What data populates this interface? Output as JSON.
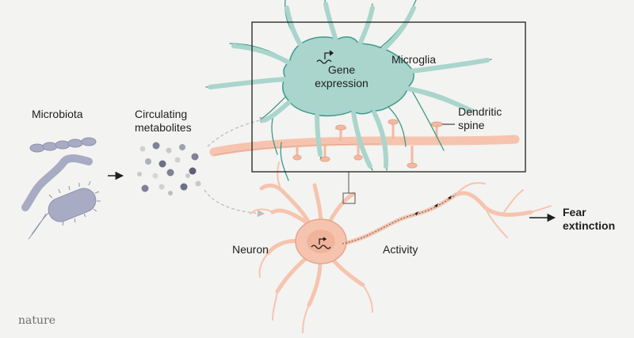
{
  "labels": {
    "microbiota": "Microbiota",
    "circulating_metabolites": [
      "Circulating",
      "metabolites"
    ],
    "microglia": "Microglia",
    "gene_expression": [
      "Gene",
      "expression"
    ],
    "dendritic_spine": [
      "Dendritic",
      "spine"
    ],
    "neuron": "Neuron",
    "activity": "Activity",
    "fear_extinction": [
      "Fear",
      "extinction"
    ]
  },
  "brand": "nature",
  "colors": {
    "microglia_fill": "#a9d5cc",
    "microglia_stroke": "#3f9a8a",
    "neuron_fill": "#f6c4ae",
    "neuron_stroke": "#e3a68d",
    "bacteria_fill": "#a7abc3",
    "background": "#f3f3f1"
  },
  "icons": [
    "gene-expression-icon",
    "arrow-right-icon",
    "dashed-arrow-icon"
  ]
}
